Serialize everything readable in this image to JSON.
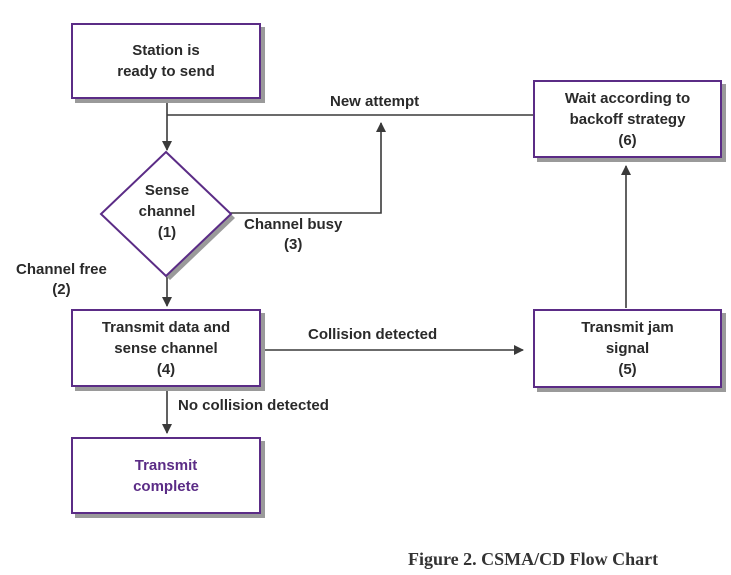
{
  "colors": {
    "accent": "#5b2c86",
    "line": "#3a3a3a",
    "shadow": "#9a9a9a"
  },
  "nodes": {
    "ready": {
      "line1": "Station is",
      "line2": "ready to send"
    },
    "sense": {
      "line1": "Sense",
      "line2": "channel",
      "line3": "(1)"
    },
    "transmit": {
      "line1": "Transmit data and",
      "line2": "sense channel",
      "line3": "(4)"
    },
    "complete": {
      "line1": "Transmit",
      "line2": "complete"
    },
    "jam": {
      "line1": "Transmit jam",
      "line2": "signal",
      "line3": "(5)"
    },
    "wait": {
      "line1": "Wait according to",
      "line2": "backoff strategy",
      "line3": "(6)"
    }
  },
  "edge_labels": {
    "new_attempt": "New attempt",
    "channel_busy": {
      "line1": "Channel busy",
      "line2": "(3)"
    },
    "channel_free": {
      "line1": "Channel free",
      "line2": "(2)"
    },
    "collision_detected": "Collision detected",
    "no_collision": "No collision detected"
  },
  "caption": "Figure 2.  CSMA/CD Flow Chart"
}
